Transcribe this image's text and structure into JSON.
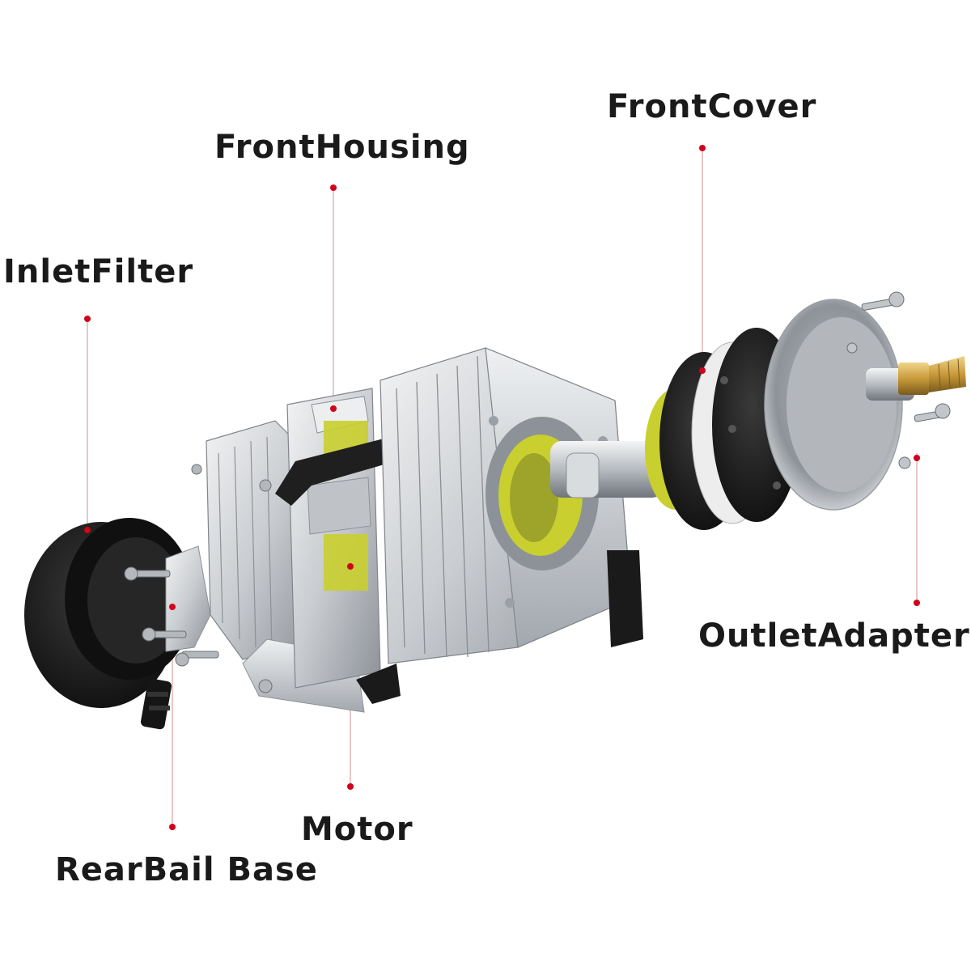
{
  "labels": {
    "front_cover": "FrontCover",
    "front_housing": "FrontHousing",
    "inlet_filter": "InletFilter",
    "outlet_adapter": "OutletAdapter",
    "motor": "Motor",
    "rear_bail_base": "RearBail Base"
  },
  "colors": {
    "leader_dot": "#d0021b",
    "leader_line": "#e3b3b3",
    "aluminum": "#d6d9dc",
    "aluminum_dark": "#9aa0a6",
    "rubber": "#1c1c1c",
    "yellow_green": "#c9cf2e",
    "brass": "#c99a3a",
    "label_text": "#1a1a1a"
  }
}
